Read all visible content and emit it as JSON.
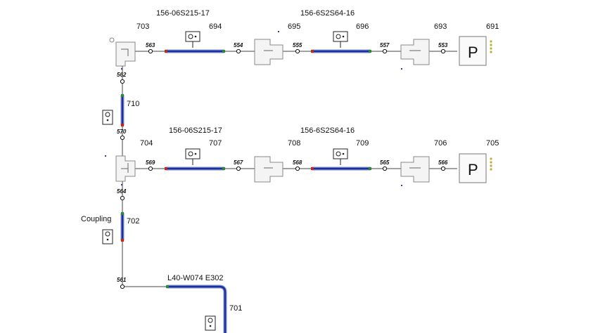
{
  "diagram": {
    "row1": {
      "pipe_spec_a": "156-06S215-17",
      "pipe_spec_b": "156-6S2S64-16",
      "tee": "703",
      "pipe_a": "694",
      "reducer_a": "695",
      "pipe_b": "696",
      "reducer_b": "693",
      "pump": "691",
      "nodes": [
        "563",
        "554",
        "555",
        "557",
        "553"
      ]
    },
    "row2": {
      "pipe_spec_a": "156-06S215-17",
      "pipe_spec_b": "156-6S2S64-16",
      "tee": "704",
      "pipe_a": "707",
      "reducer_a": "708",
      "pipe_b": "709",
      "reducer_b": "706",
      "pump": "705",
      "nodes": [
        "569",
        "567",
        "568",
        "565",
        "566"
      ]
    },
    "vertical": {
      "pipe_upper": "710",
      "pipe_lower": "702",
      "coupling_label": "Coupling",
      "nodes": [
        "562",
        "570",
        "564",
        "561"
      ]
    },
    "bottom": {
      "pipe_spec": "L40-W074 E302",
      "pipe": "701"
    },
    "pump_symbol": "P",
    "colors": {
      "pipe": "#1a2fa8",
      "pipe_casing": "#7f8fc0",
      "pipe_end_red": "#c0281e",
      "pipe_end_green": "#2a8a3a",
      "status_dots": "#b8b030"
    }
  }
}
